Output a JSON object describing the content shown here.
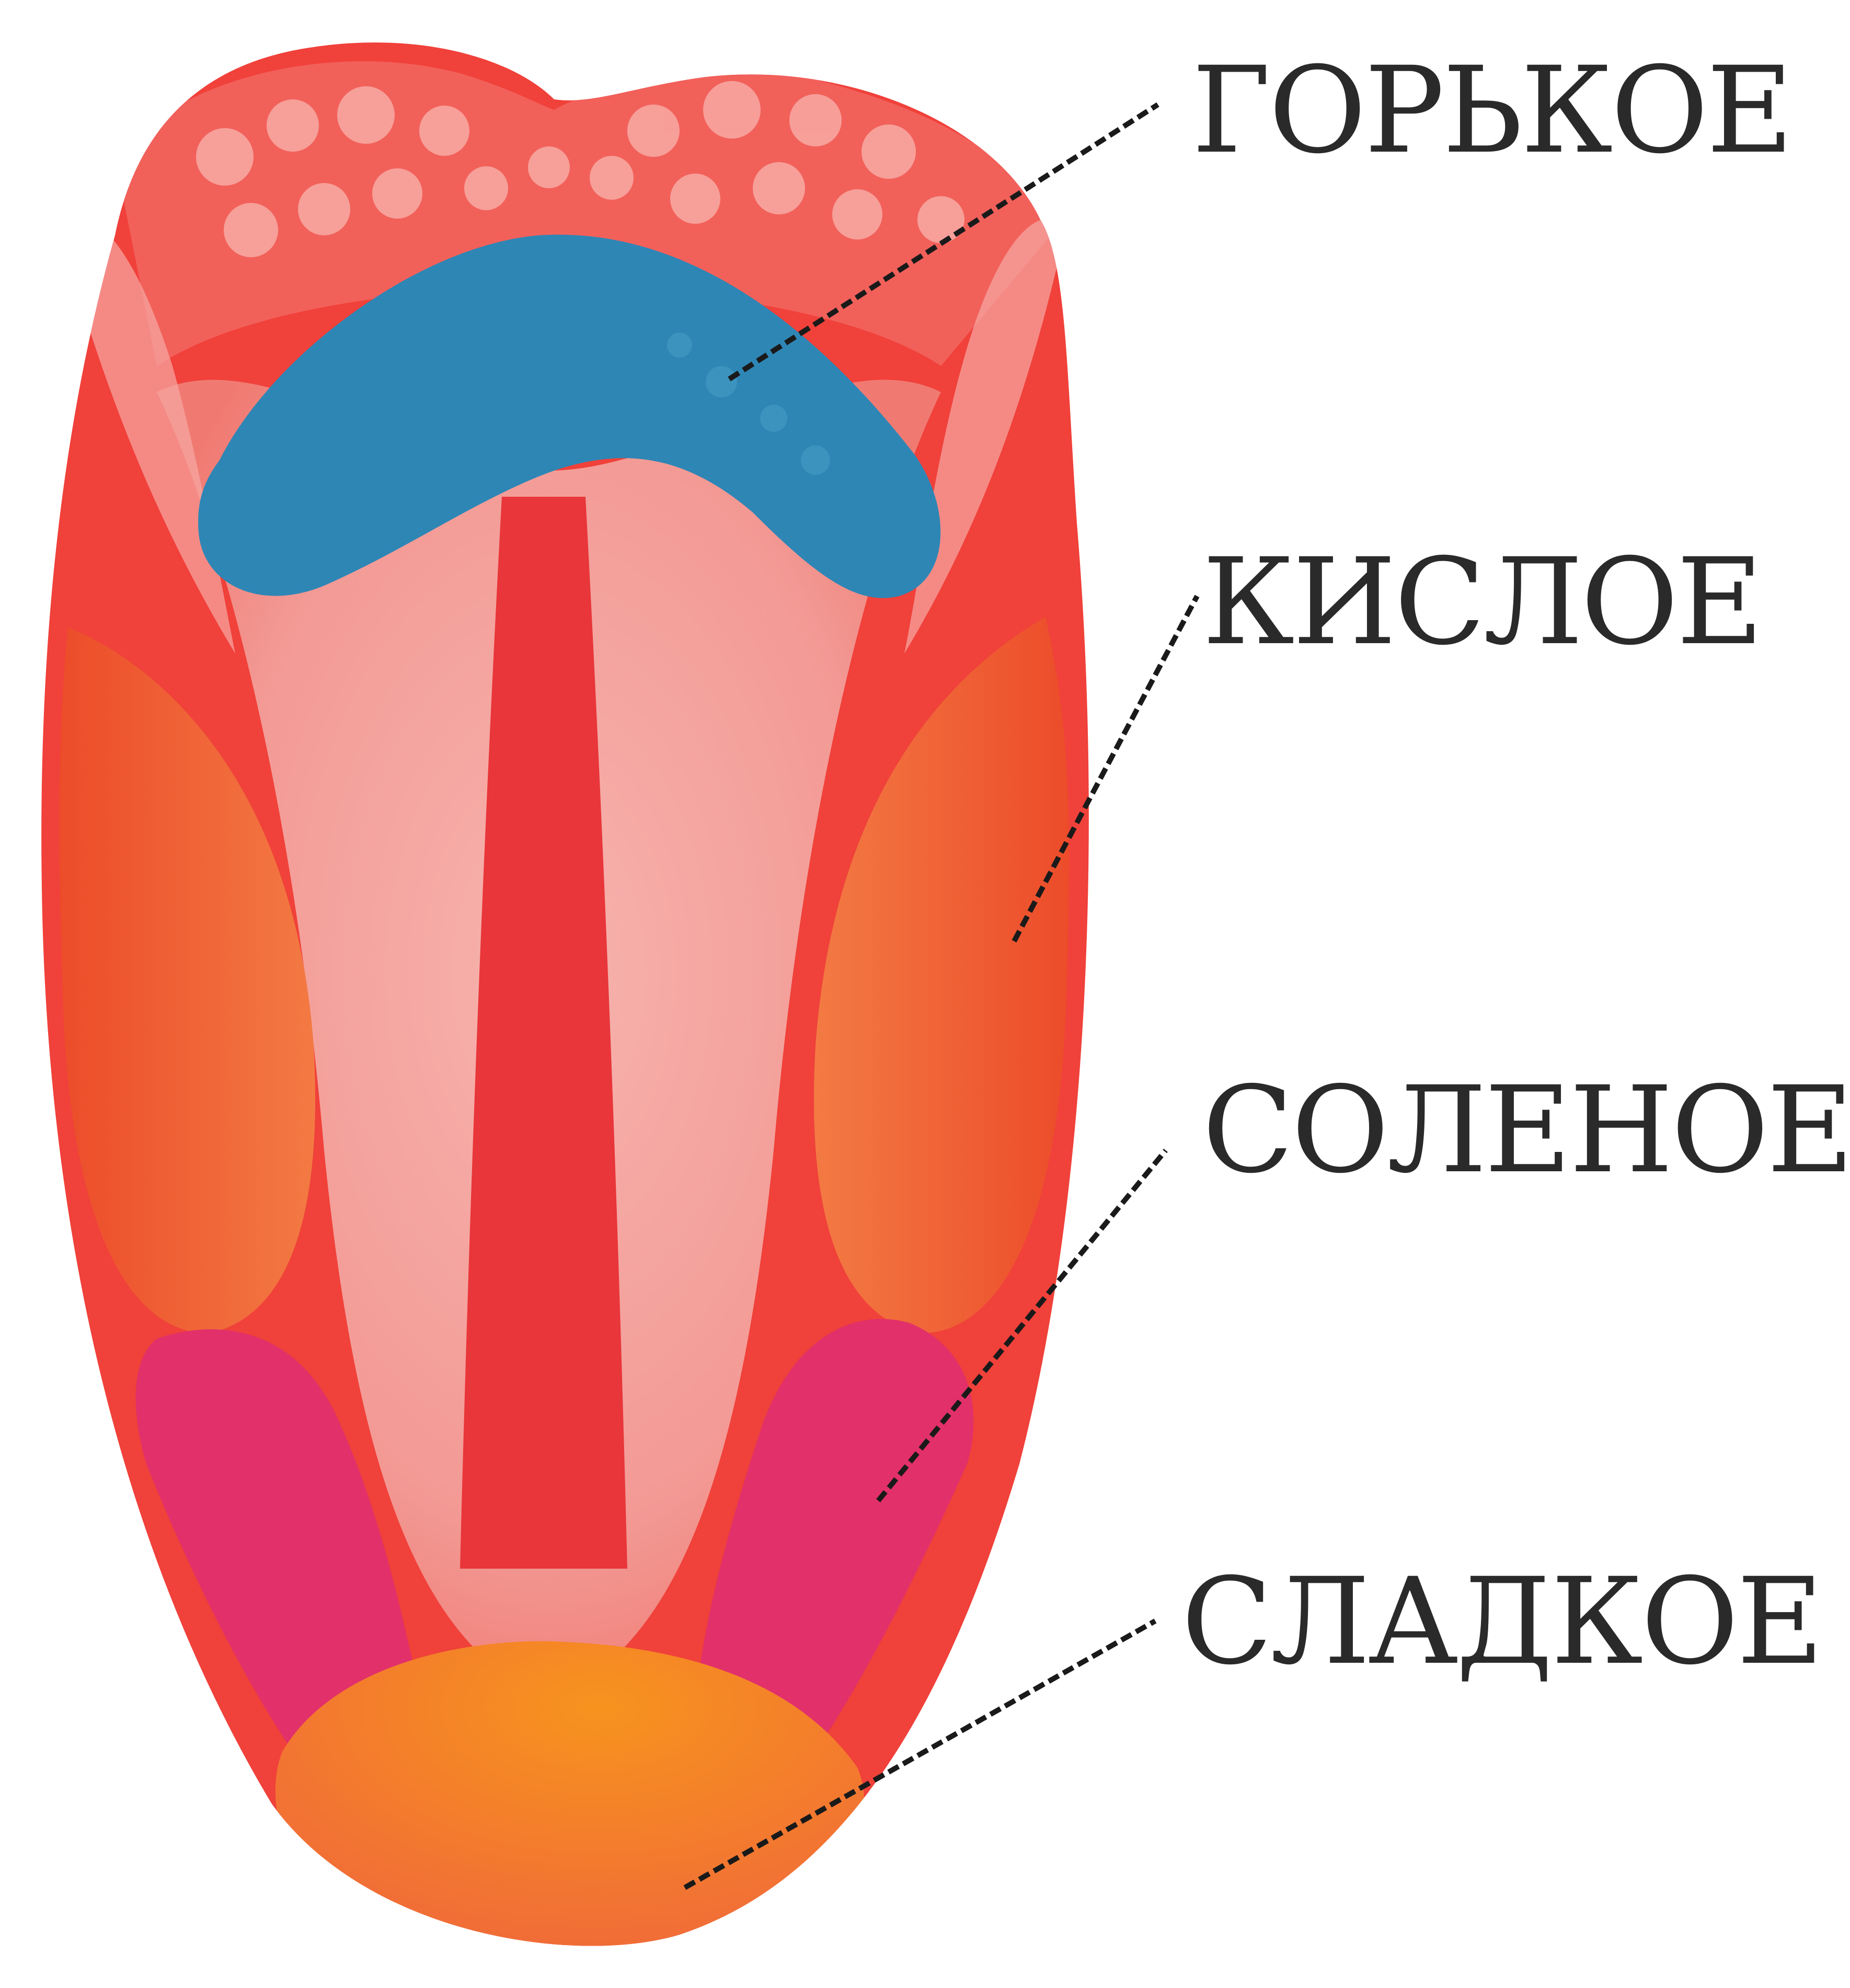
{
  "labels": {
    "bitter": "ГОРЬКОЕ",
    "sour": "КИСЛОЕ",
    "salty": "СОЛЕНОЕ",
    "sweet": "СЛАДКОЕ"
  },
  "colors": {
    "tongue_base": "#f0413a",
    "tongue_center": "#f6a3a0",
    "midline": "#e8363a",
    "bitter_zone": "#2e86b5",
    "sour_zone": "#ef5a33",
    "salty_zone": "#e2306a",
    "sweet_zone": "#f47a3c",
    "label_text": "#2a2a2a"
  }
}
